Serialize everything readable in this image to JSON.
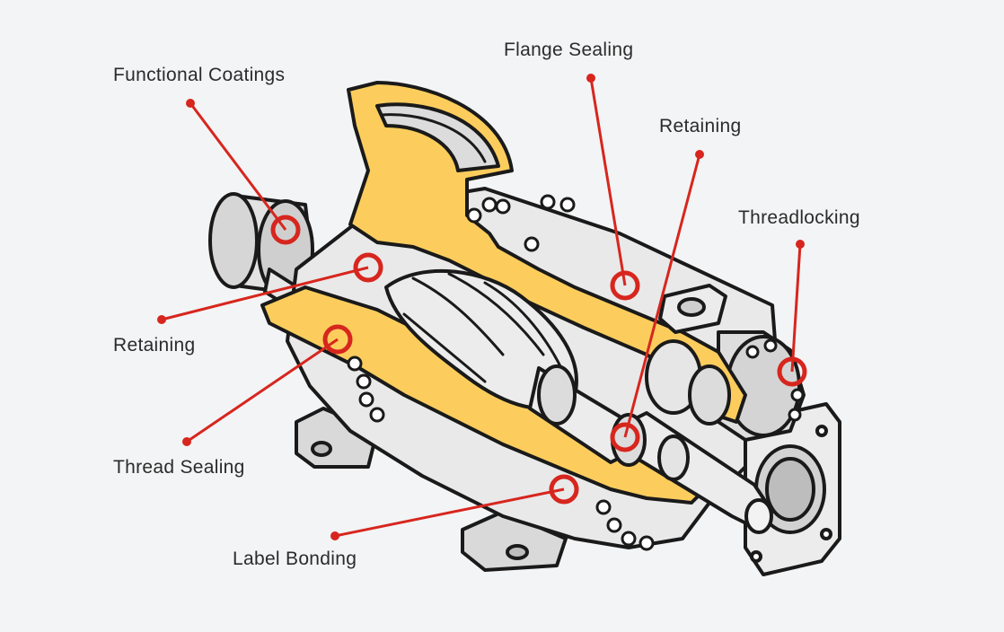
{
  "diagram": {
    "subject": "screw-compressor-cutaway",
    "accent_color": "#d7261e",
    "casing_highlight_color": "#fccd5d",
    "background_color": "#f3f4f5",
    "callouts": [
      {
        "id": "functional-coatings",
        "label": "Functional Coatings"
      },
      {
        "id": "flange-sealing",
        "label": "Flange Sealing"
      },
      {
        "id": "retaining-right",
        "label": "Retaining"
      },
      {
        "id": "threadlocking",
        "label": "Threadlocking"
      },
      {
        "id": "retaining-left",
        "label": "Retaining"
      },
      {
        "id": "thread-sealing",
        "label": "Thread Sealing"
      },
      {
        "id": "label-bonding",
        "label": "Label Bonding"
      }
    ]
  }
}
